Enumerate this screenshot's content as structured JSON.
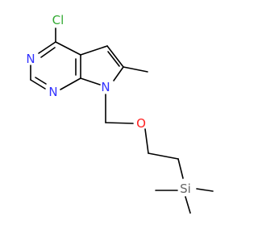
{
  "molecule": {
    "atoms": {
      "chlorine": {
        "text": "Cl",
        "color": "#33aa33"
      },
      "n_pyrimidine_upper": {
        "text": "N",
        "color": "#3333ff"
      },
      "n_pyrimidine_lower": {
        "text": "N",
        "color": "#3333ff"
      },
      "n_pyrrole": {
        "text": "N",
        "color": "#3333ff"
      },
      "oxygen": {
        "text": "O",
        "color": "#ff2020"
      },
      "silicon": {
        "text": "Si",
        "color": "#666666"
      }
    },
    "bond_color": "#000000"
  }
}
